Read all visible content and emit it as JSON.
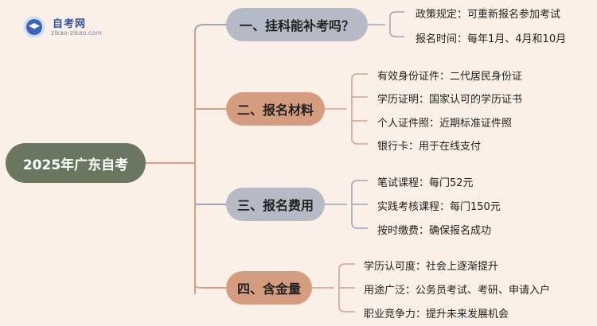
{
  "logo": {
    "title": "自考网",
    "url": "zikao-zikao.com"
  },
  "root": {
    "label": "2025年广东自考"
  },
  "branches": [
    {
      "label": "一、挂科能补考吗？",
      "items": [
        "政策规定：可重新报名参加考试",
        "报名时间：每年1月、4月和10月"
      ]
    },
    {
      "label": "二、报名材料",
      "items": [
        "有效身份证件：二代居民身份证",
        "学历证明：国家认可的学历证书",
        "个人证件照：近期标准证件照",
        "银行卡：用于在线支付"
      ]
    },
    {
      "label": "三、报名费用",
      "items": [
        "笔试课程：每门52元",
        "实践考核课程：每门150元",
        "按时缴费：确保报名成功"
      ]
    },
    {
      "label": "四、含金量",
      "items": [
        "学历认可度：社会上逐渐提升",
        "用途广泛：公务员考试、考研、申请入户",
        "职业竞争力：提升未来发展机会"
      ]
    }
  ],
  "colors": {
    "background": "#fbf0e7",
    "root": "#6b7660",
    "branch_gray": "#b6b9c6",
    "branch_tan": "#d49d7f",
    "connector_gray": "#9ea2b5",
    "connector_tan": "#d2a186"
  }
}
